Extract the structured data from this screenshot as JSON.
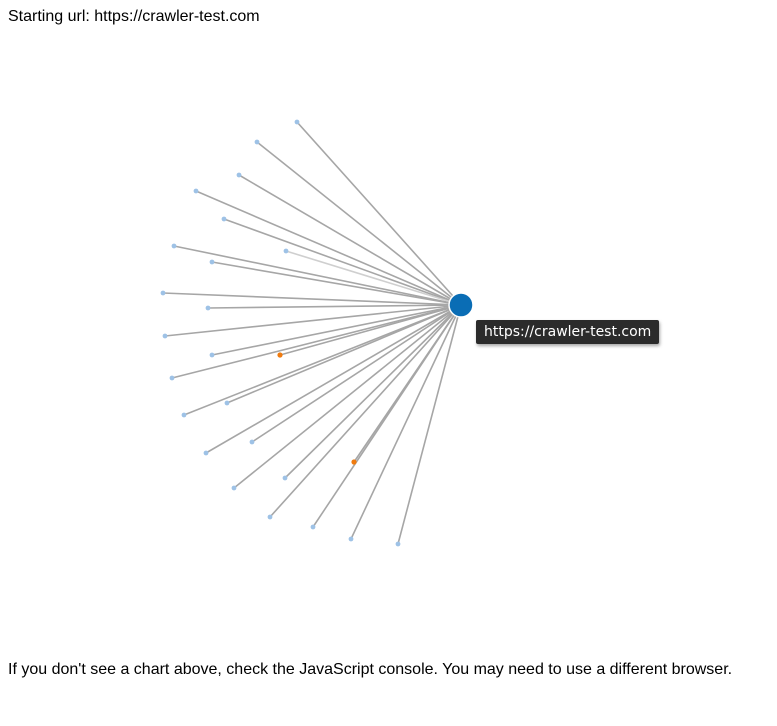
{
  "header": {
    "label": "Starting url: https://crawler-test.com"
  },
  "graph": {
    "root_label": "https://crawler-test.com",
    "colors": {
      "root": "#0a6db5",
      "leaf": "#9ec2e6",
      "highlight_leaf": "#f07b0f",
      "edge": "#a6a6a6"
    }
  },
  "tooltip": {
    "text": "https://crawler-test.com"
  },
  "footer": {
    "message": "If you don't see a chart above, check the JavaScript console. You may need to use a different browser."
  }
}
